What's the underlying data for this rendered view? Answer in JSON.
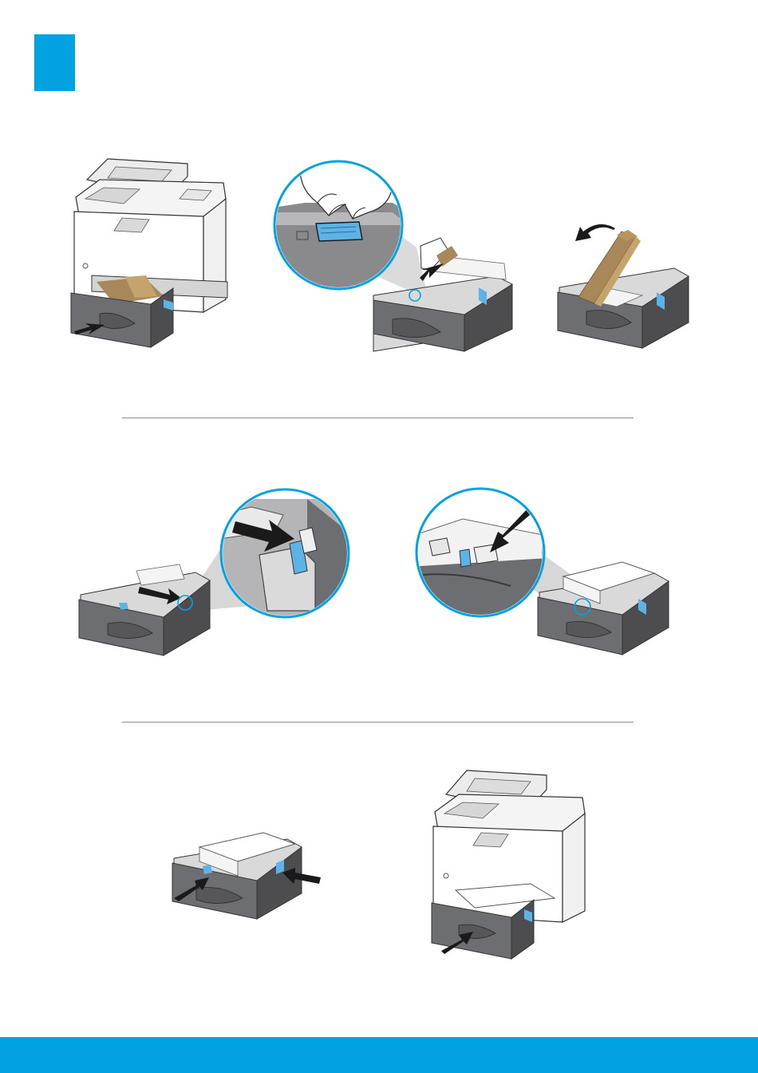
{
  "colors": {
    "accent": "#00a3e0",
    "tray_gray": "#6d6e71",
    "tray_dark": "#4d4d4f",
    "packing_tape": "#a88858",
    "lever_blue": "#5bb4e5",
    "arrow": "#1a1a1a",
    "divider": "#8c8c8c"
  },
  "steps": [
    {
      "panels": [
        "printer-pull-out-tray-illustration",
        "press-tray-lever-illustration",
        "remove-packing-material-illustration"
      ]
    },
    {
      "panels": [
        "slide-width-guide-illustration",
        "load-paper-stack-illustration"
      ]
    },
    {
      "panels": [
        "adjust-side-guides-illustration",
        "insert-tray-into-printer-illustration"
      ]
    }
  ],
  "icons": {
    "step_badge": "blue-square-badge",
    "pull_arrow": "arrow-out-icon",
    "press_arrow": "arrow-down-icon",
    "flip_arrow": "curved-arrow-icon",
    "push_arrow": "arrow-in-icon"
  }
}
